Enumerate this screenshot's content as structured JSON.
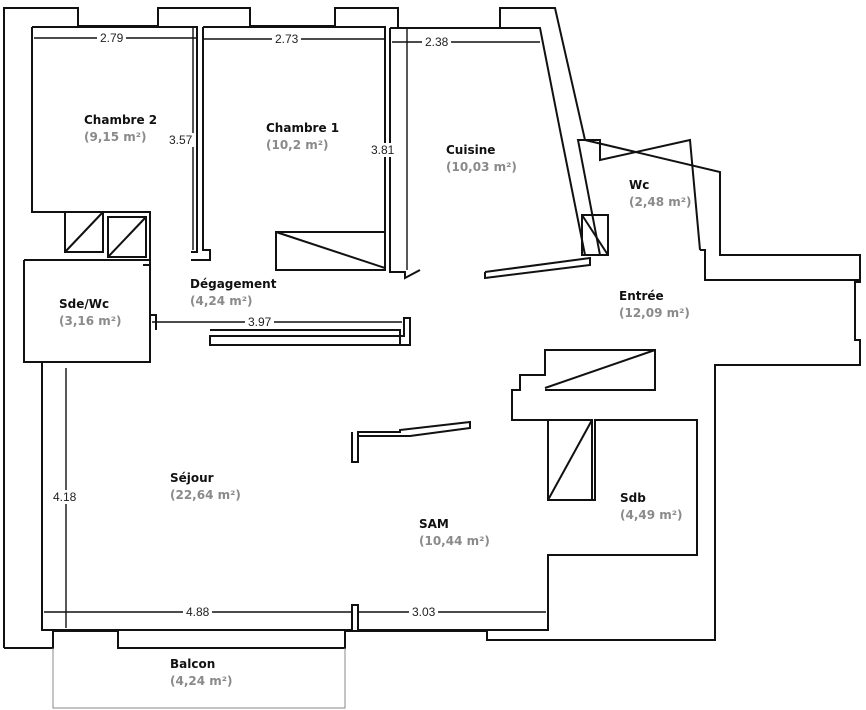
{
  "rooms": [
    {
      "name": "Chambre 2",
      "area": "(9,15 m²)"
    },
    {
      "name": "Chambre 1",
      "area": "(10,2 m²)"
    },
    {
      "name": "Cuisine",
      "area": "(10,03 m²)"
    },
    {
      "name": "Wc",
      "area": "(2,48 m²)"
    },
    {
      "name": "Dégagement",
      "area": "(4,24 m²)"
    },
    {
      "name": "Sde/Wc",
      "area": "(3,16 m²)"
    },
    {
      "name": "Entrée",
      "area": "(12,09 m²)"
    },
    {
      "name": "Séjour",
      "area": "(22,64 m²)"
    },
    {
      "name": "SAM",
      "area": "(10,44 m²)"
    },
    {
      "name": "Sdb",
      "area": "(4,49 m²)"
    },
    {
      "name": "Balcon",
      "area": "(4,24 m²)"
    }
  ],
  "dimensions": [
    "2.79",
    "2.73",
    "2.38",
    "3.57",
    "3.81",
    "3.97",
    "4.18",
    "4.88",
    "3.03"
  ]
}
